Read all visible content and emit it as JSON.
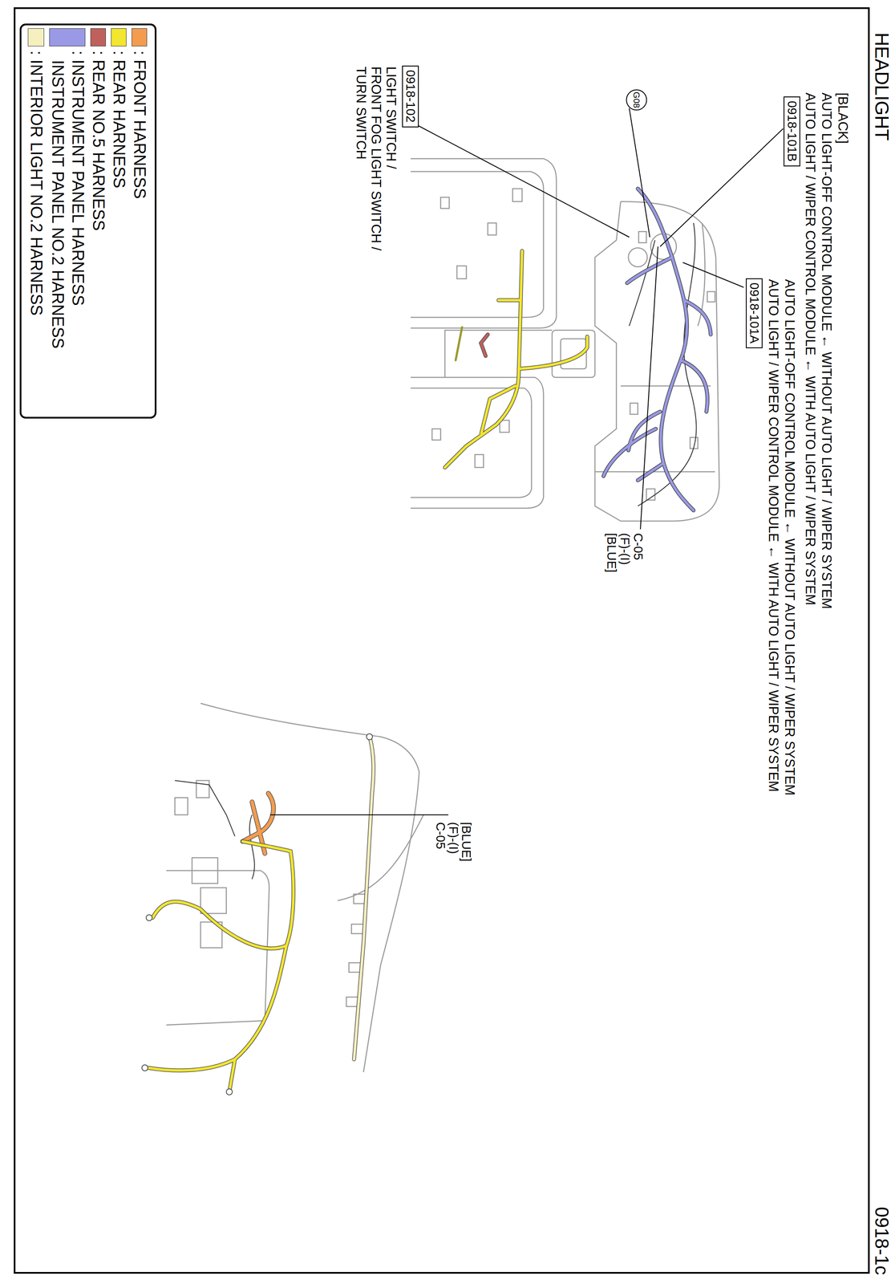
{
  "diagram": {
    "title": "HEADLIGHT",
    "nodes": [
      {
        "text": [
          "0918-101B"
        ]
      },
      {
        "text": [
          "0918-101A"
        ]
      },
      {
        "text": [
          "G08"
        ]
      },
      {
        "text": [
          "0918-102"
        ]
      }
    ],
    "labels": [
      "[BLACK]",
      "AUTO LIGHT-OFF CONTROL MODULE ← WITHOUT AUTO LIGHT / WIPER SYSTEM",
      "AUTO LIGHT / WIPER CONTROL MODULE ← WITH AUTO LIGHT / WIPER SYSTEM",
      "AUTO LIGHT-OFF CONTROL MODULE ← WITHOUT AUTO LIGHT / WIPER SYSTEM",
      "AUTO LIGHT / WIPER CONTROL MODULE ← WITH AUTO LIGHT / WIPER SYSTEM",
      "LIGHT SWITCH /",
      "FRONT FOG LIGHT SWITCH /",
      "TURN SWITCH",
      "C-05",
      "(F)-(I)",
      "[BLUE]",
      "[BLUE]",
      "(F)-(I)",
      "C-05",
      "0918-1c"
    ],
    "legend": [
      {
        "text": ": FRONT HARNESS",
        "color": "#f39c4f"
      },
      {
        "text": ": REAR HARNESS",
        "color": "#f2e62e"
      },
      {
        "text": ": REAR NO.5 HARNESS",
        "color": "#c0605c"
      },
      {
        "text": ": INSTRUMENT PANEL HARNESS",
        "color": "#9999e6"
      },
      {
        "text": "INSTRUMENT PANEL NO.2 HARNESS"
      },
      {
        "text": ": INTERIOR LIGHT NO.2 HARNESS",
        "color": "#f6efbe"
      }
    ]
  }
}
